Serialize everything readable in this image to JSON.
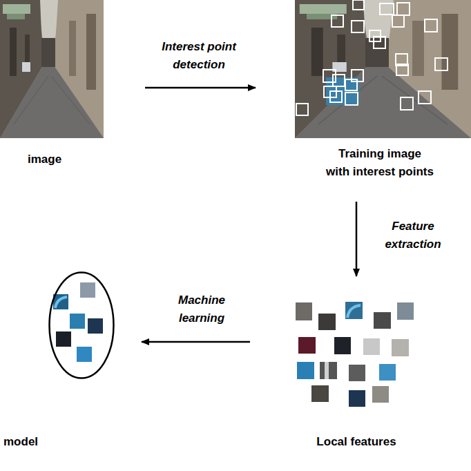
{
  "diagram": {
    "nodes": [
      {
        "text": [
          "image"
        ]
      },
      {
        "text": [
          "Training image with interest points"
        ]
      },
      {
        "text": [
          "Local features"
        ]
      },
      {
        "text": [
          "model"
        ]
      }
    ],
    "edges": [
      {
        "from": 0,
        "to": 1,
        "arrow": "to",
        "label": "Interest point detection"
      },
      {
        "from": 1,
        "to": 2,
        "arrow": "to",
        "label": "Feature extraction"
      },
      {
        "from": 2,
        "to": 3,
        "arrow": "to",
        "label": "Machine learning"
      }
    ]
  }
}
